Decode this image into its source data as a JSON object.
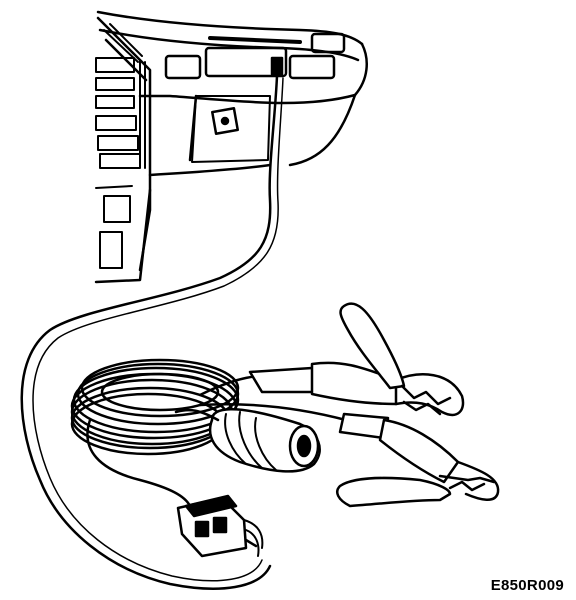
{
  "figure": {
    "reference_code": "E850R009",
    "line_color": "#000000",
    "background_color": "#ffffff",
    "parts": [
      "dashboard",
      "glovebox",
      "cable-outlet",
      "coiled-cable",
      "cigarette-lighter-plug",
      "red-clamp",
      "black-clamp",
      "connector-plug"
    ]
  }
}
